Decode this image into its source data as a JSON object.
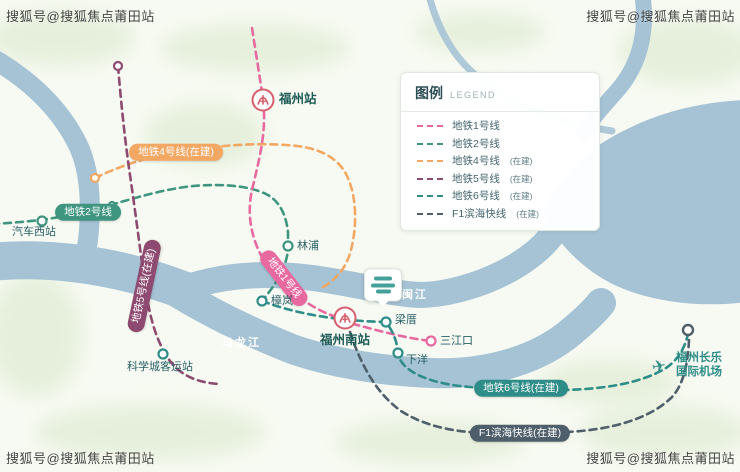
{
  "watermark": "搜狐号@搜狐焦点莆田站",
  "legend": {
    "title": "图例",
    "subtitle": "LEGEND",
    "items": [
      {
        "name": "地铁1号线",
        "note": "",
        "color": "#e8699f"
      },
      {
        "name": "地铁2号线",
        "note": "",
        "color": "#3f9680"
      },
      {
        "name": "地铁4号线",
        "note": "(在建)",
        "color": "#f2a763"
      },
      {
        "name": "地铁5号线",
        "note": "(在建)",
        "color": "#8e4a70"
      },
      {
        "name": "地铁6号线",
        "note": "(在建)",
        "color": "#2e8d88"
      },
      {
        "name": "F1滨海快线",
        "note": "(在建)",
        "color": "#4e5f6b"
      }
    ]
  },
  "lines": {
    "line1": {
      "label": "地铁1号线",
      "color": "#e8699f"
    },
    "line2": {
      "label": "地铁2号线",
      "color": "#3f9680"
    },
    "line4": {
      "label": "地铁4号线(在建)",
      "color": "#f2a763"
    },
    "line5": {
      "label": "地铁5号线(在建)",
      "color": "#8e4a70"
    },
    "line6": {
      "label": "地铁6号线(在建)",
      "color": "#2e8d88"
    },
    "f1": {
      "label": "F1滨海快线(在建)",
      "color": "#4e5f6b"
    }
  },
  "stations": {
    "fuzhou": "福州站",
    "fuzhou_south": "福州南站",
    "qichexizhan": "汽车西站",
    "kexuecheng": "科学城客运站",
    "linpu": "林浦",
    "zhanglan": "樟岚",
    "liangcuo": "梁厝",
    "sanjiangkou": "三江口",
    "xiayang": "下洋",
    "airport1": "福州长乐",
    "airport2": "国际机场"
  },
  "rivers": {
    "minjiang": "闽江",
    "wulongjiang": "乌龙江"
  },
  "colors": {
    "river": "#a6c3d6",
    "land": "#f7faf2",
    "patch": "#d9e7ca",
    "rail": "#d65f6d",
    "airplane": "#2e8d88",
    "marker": "#44a09b"
  }
}
